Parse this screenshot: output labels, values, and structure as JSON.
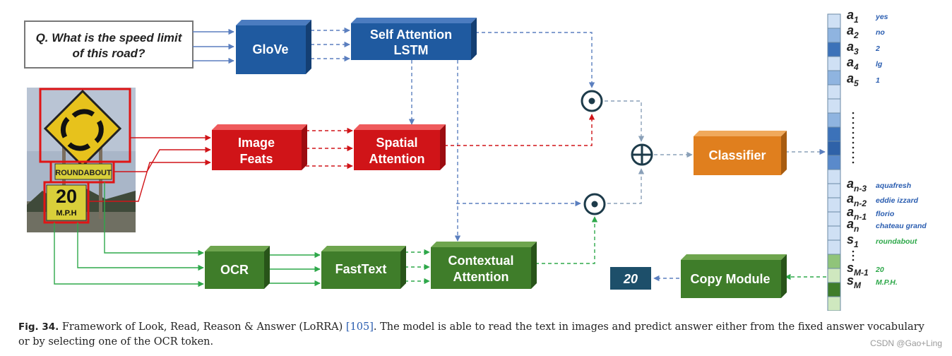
{
  "question": {
    "line1": "Q. What is the speed limit",
    "line2": "of this road?"
  },
  "blocks": {
    "glove": "GloVe",
    "self_attention": [
      "Self Attention",
      "LSTM"
    ],
    "image_feats": [
      "Image",
      "Feats"
    ],
    "spatial_attention": [
      "Spatial",
      "Attention"
    ],
    "ocr": "OCR",
    "fasttext": "FastText",
    "contextual_attention": [
      "Contextual",
      "Attention"
    ],
    "classifier": "Classifier",
    "copy_module": "Copy Module",
    "output_value": "20"
  },
  "sign_text": {
    "roundabout": "ROUNDABOUT",
    "speed": "20",
    "unit": "M.P.H"
  },
  "vocab_fixed": [
    {
      "sub": "1",
      "answer": "yes"
    },
    {
      "sub": "2",
      "answer": "no"
    },
    {
      "sub": "3",
      "answer": "2"
    },
    {
      "sub": "4",
      "answer": "lg"
    },
    {
      "sub": "5",
      "answer": "1"
    }
  ],
  "vocab_tail": [
    {
      "sub": "n-3",
      "answer": "aquafresh"
    },
    {
      "sub": "n-2",
      "answer": "eddie izzard"
    },
    {
      "sub": "n-1",
      "answer": "florio"
    },
    {
      "sub": "n",
      "answer": "chateau grand"
    }
  ],
  "vocab_ocr": [
    {
      "sub": "1",
      "answer": "roundabout"
    },
    {
      "sub": "M-1",
      "answer": "20"
    },
    {
      "sub": "M",
      "answer": "M.P.H."
    }
  ],
  "caption": {
    "label": "Fig. 34.",
    "text_before": "Framework of Look, Read, Reason & Answer (LoRRA) ",
    "ref": "[105]",
    "text_after": ". The model is able to read the text in images and predict answer either from the fixed answer vocabulary or by selecting one of the OCR token."
  },
  "watermark": "CSDN @Gao+Ling",
  "colors": {
    "blue": "#1f5aa0",
    "red": "#d01418",
    "green": "#3f7d2a",
    "orange": "#e07f1e",
    "teal": "#1d4f6a"
  }
}
